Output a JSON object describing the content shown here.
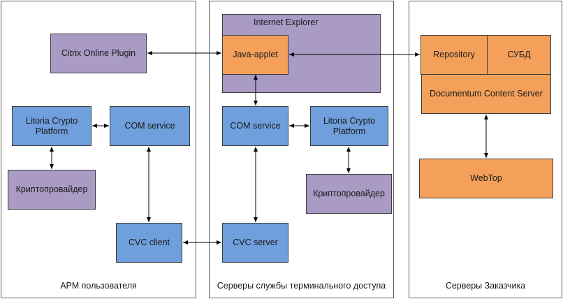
{
  "zones": {
    "workstation": "АРМ пользователя",
    "terminal": "Серверы службы терминального доступа",
    "customer": "Серверы Заказчика"
  },
  "workstation": {
    "citrix": "Citrix Online Plugin",
    "litoria": "Litoria Crypto Platform",
    "com": "COM service",
    "crypto": "Криптопровайдер",
    "cvc_client": "CVC client"
  },
  "terminal": {
    "ie": "Internet Explorer",
    "java": "Java-applet",
    "com": "COM service",
    "litoria": "Litoria Crypto Platform",
    "crypto": "Криптопровайдер",
    "cvc_server": "CVC server"
  },
  "customer": {
    "repository": "Repository",
    "dbms": "СУБД",
    "content_server": "Documentum Content Server",
    "webtop": "WebTop"
  },
  "colors": {
    "purple": "#a99bc4",
    "blue": "#6f9fdc",
    "orange": "#f4a05a"
  }
}
